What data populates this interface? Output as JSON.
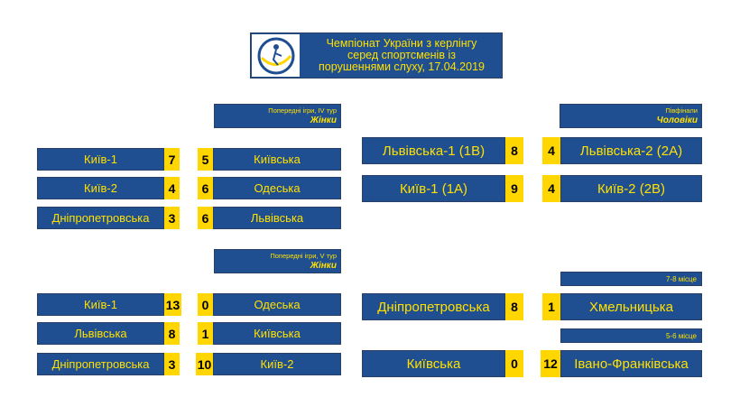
{
  "title": "Чемпіонат України з керлінгу\nсеред спортсменів із\nпорушеннями слуху, 17.04.2019",
  "women_round4": {
    "header_small": "Попередні ігри, IV тур",
    "header_big": "Жінки",
    "matches": [
      {
        "team1": "Київ-1",
        "score1": "7",
        "score2": "5",
        "team2": "Київська"
      },
      {
        "team1": "Київ-2",
        "score1": "4",
        "score2": "6",
        "team2": "Одеська"
      },
      {
        "team1": "Дніпропетровська",
        "score1": "3",
        "score2": "6",
        "team2": "Львівська"
      }
    ]
  },
  "women_round5": {
    "header_small": "Попередні ігри, V тур",
    "header_big": "Жінки",
    "matches": [
      {
        "team1": "Київ-1",
        "score1": "13",
        "score2": "0",
        "team2": "Одеська"
      },
      {
        "team1": "Львівська",
        "score1": "8",
        "score2": "1",
        "team2": "Київська"
      },
      {
        "team1": "Дніпропетровська",
        "score1": "3",
        "score2": "10",
        "team2": "Київ-2"
      }
    ]
  },
  "men_semifinals": {
    "header_small": "Півфінали",
    "header_big": "Чоловіки",
    "matches": [
      {
        "team1": "Львівська-1 (1В)",
        "score1": "8",
        "score2": "4",
        "team2": "Львівська-2 (2А)"
      },
      {
        "team1": "Київ-1 (1А)",
        "score1": "9",
        "score2": "4",
        "team2": "Київ-2 (2В)"
      }
    ]
  },
  "men_place_7_8": {
    "header": "7-8 місце",
    "match": {
      "team1": "Дніпропетровська",
      "score1": "8",
      "score2": "1",
      "team2": "Хмельницька"
    }
  },
  "men_place_5_6": {
    "header": "5-6 місце",
    "match": {
      "team1": "Київська",
      "score1": "0",
      "score2": "12",
      "team2": "Івано-Франківська"
    }
  },
  "colors": {
    "panel": "#1f4e91",
    "text": "#ffe100",
    "score_bg": "#ffd600"
  }
}
